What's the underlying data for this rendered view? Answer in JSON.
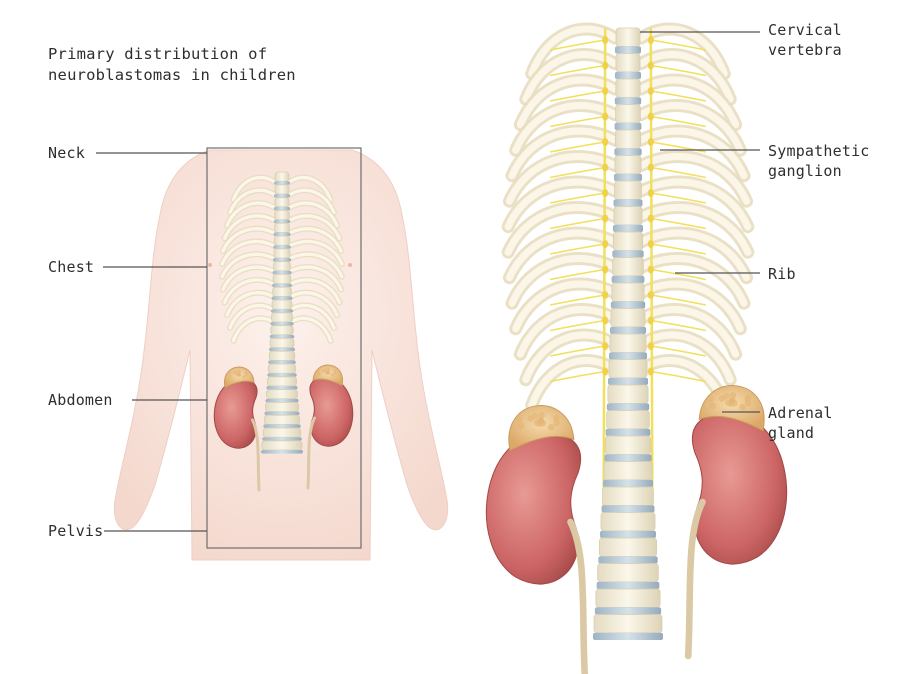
{
  "title": {
    "line1": "Primary distribution of",
    "line2": "neuroblastomas in children"
  },
  "left_labels": {
    "neck": "Neck",
    "chest": "Chest",
    "abdomen": "Abdomen",
    "pelvis": "Pelvis"
  },
  "right_labels": {
    "cervical": {
      "line1": "Cervical",
      "line2": "vertebra"
    },
    "sympathetic": {
      "line1": "Sympathetic",
      "line2": "ganglion"
    },
    "rib": "Rib",
    "adrenal": {
      "line1": "Adrenal",
      "line2": "gland"
    }
  },
  "colors": {
    "skin": "#f8e3da",
    "bone": "#f3ecd6",
    "disc": "#b7c9d6",
    "nerve": "#f2df5a",
    "kidney": "#cf6a6a",
    "adrenal": "#e9c58a",
    "leader_line": "#555555"
  }
}
